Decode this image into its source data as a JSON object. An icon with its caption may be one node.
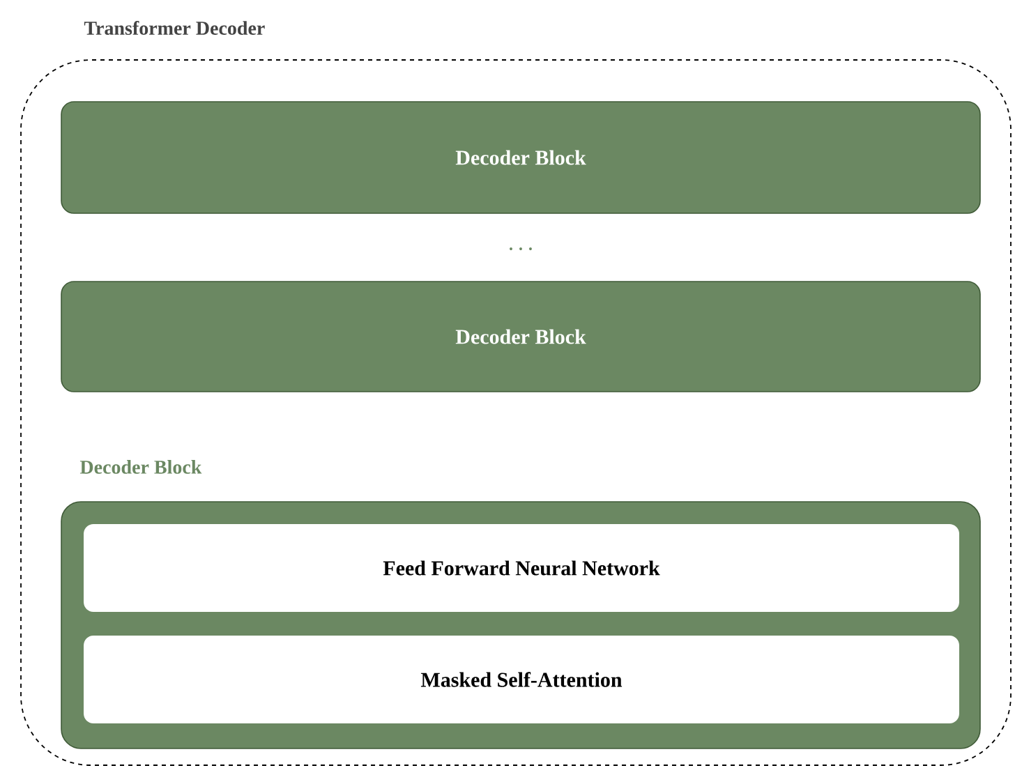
{
  "diagram": {
    "nodes": [
      {
        "text": [
          "Transformer Decoder"
        ]
      },
      {
        "text": [
          "Decoder Block"
        ],
        "in": 0
      },
      {
        "text": [
          "Decoder Block"
        ],
        "in": 0
      },
      {
        "text": [
          "Decoder Block"
        ],
        "in": 0
      },
      {
        "text": [
          "Feed Forward Neural Network"
        ],
        "in": 3
      },
      {
        "text": [
          "Masked Self-Attention"
        ],
        "in": 3
      }
    ],
    "labels": [
      "· · ·"
    ]
  }
}
